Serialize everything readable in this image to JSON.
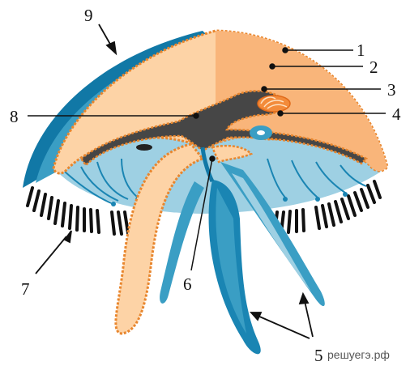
{
  "labels": {
    "l1": "1",
    "l2": "2",
    "l3": "3",
    "l4": "4",
    "l5": "5",
    "l6": "6",
    "l7": "7",
    "l8": "8",
    "l9": "9"
  },
  "watermark": "решуегэ.рф",
  "colors": {
    "umbrella_light": "#fdd3a6",
    "umbrella_dark": "#f9b57a",
    "outline": "#e8862e",
    "cavity": "#464646",
    "blue_dark": "#1178a6",
    "blue_mid": "#3a9ec4",
    "blue_light": "#9ed0e3",
    "tentacles": "#111111"
  }
}
